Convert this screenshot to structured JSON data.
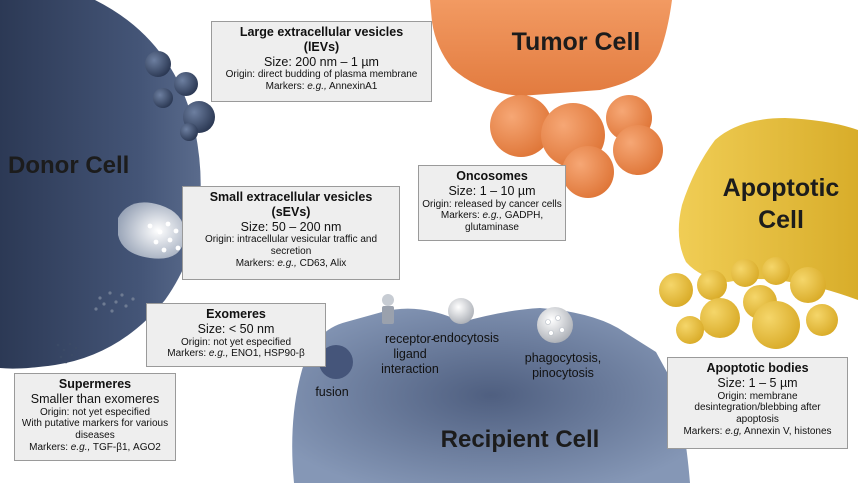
{
  "cells": {
    "donor": "Donor Cell",
    "tumor": "Tumor Cell",
    "apoptotic_line1": "Apoptotic",
    "apoptotic_line2": "Cell",
    "recipient": "Recipient Cell"
  },
  "uptake": {
    "fusion": "fusion",
    "receptor_line1": "receptor-",
    "receptor_line2": "ligand",
    "receptor_line3": "interaction",
    "endocytosis": "endocytosis",
    "phago_line1": "phagocytosis,",
    "phago_line2": "pinocytosis"
  },
  "boxes": {
    "lev": {
      "title1": "Large extracellular vesicles",
      "title2": "(lEVs)",
      "size": "Size: 200 nm – 1 µm",
      "origin": "Origin: direct budding of plasma membrane",
      "markers_prefix": "Markers: ",
      "markers_eg": "e.g.,",
      "markers_rest": " AnnexinA1"
    },
    "sev": {
      "title1": "Small extracellular vesicles",
      "title2": "(sEVs)",
      "size": "Size: 50 – 200 nm",
      "origin1": "Origin: intracellular vesicular traffic and",
      "origin2": "secretion",
      "markers_prefix": "Markers: ",
      "markers_eg": "e.g.,",
      "markers_rest": " CD63, Alix"
    },
    "exomeres": {
      "title": "Exomeres",
      "size": "Size: < 50 nm",
      "origin": "Origin: not yet especified",
      "markers_prefix": "Markers: ",
      "markers_eg": "e.g.,",
      "markers_rest": " ENO1, HSP90-β"
    },
    "supermeres": {
      "title": "Supermeres",
      "size": "Smaller than exomeres",
      "origin": "Origin: not yet especified",
      "note1": "With putative markers for various",
      "note2": "diseases",
      "markers_prefix": "Markers: ",
      "markers_eg": "e.g.,",
      "markers_rest": " TGF-β1, AGO2"
    },
    "oncosomes": {
      "title": "Oncosomes",
      "size": "Size: 1 – 10 µm",
      "origin": "Origin: released by cancer cells",
      "markers_prefix": "Markers: ",
      "markers_eg": "e.g.,",
      "markers_rest": " GADPH,",
      "markers_line2": "glutaminase"
    },
    "apoptotic_bodies": {
      "title": "Apoptotic bodies",
      "size": "Size: 1 – 5 µm",
      "origin1": "Origin: membrane",
      "origin2": "desintegration/blebbing after",
      "origin3": "apoptosis",
      "markers_prefix": "Markers: ",
      "markers_eg": "e.g,",
      "markers_rest": " Annexin V, histones"
    }
  },
  "colors": {
    "donor": "#3b4a66",
    "tumor": "#e8834a",
    "apoptotic": "#e2b93b",
    "recipient": "#6c7fa0",
    "box_bg": "#eeeeee",
    "box_border": "#9a9a9a"
  }
}
